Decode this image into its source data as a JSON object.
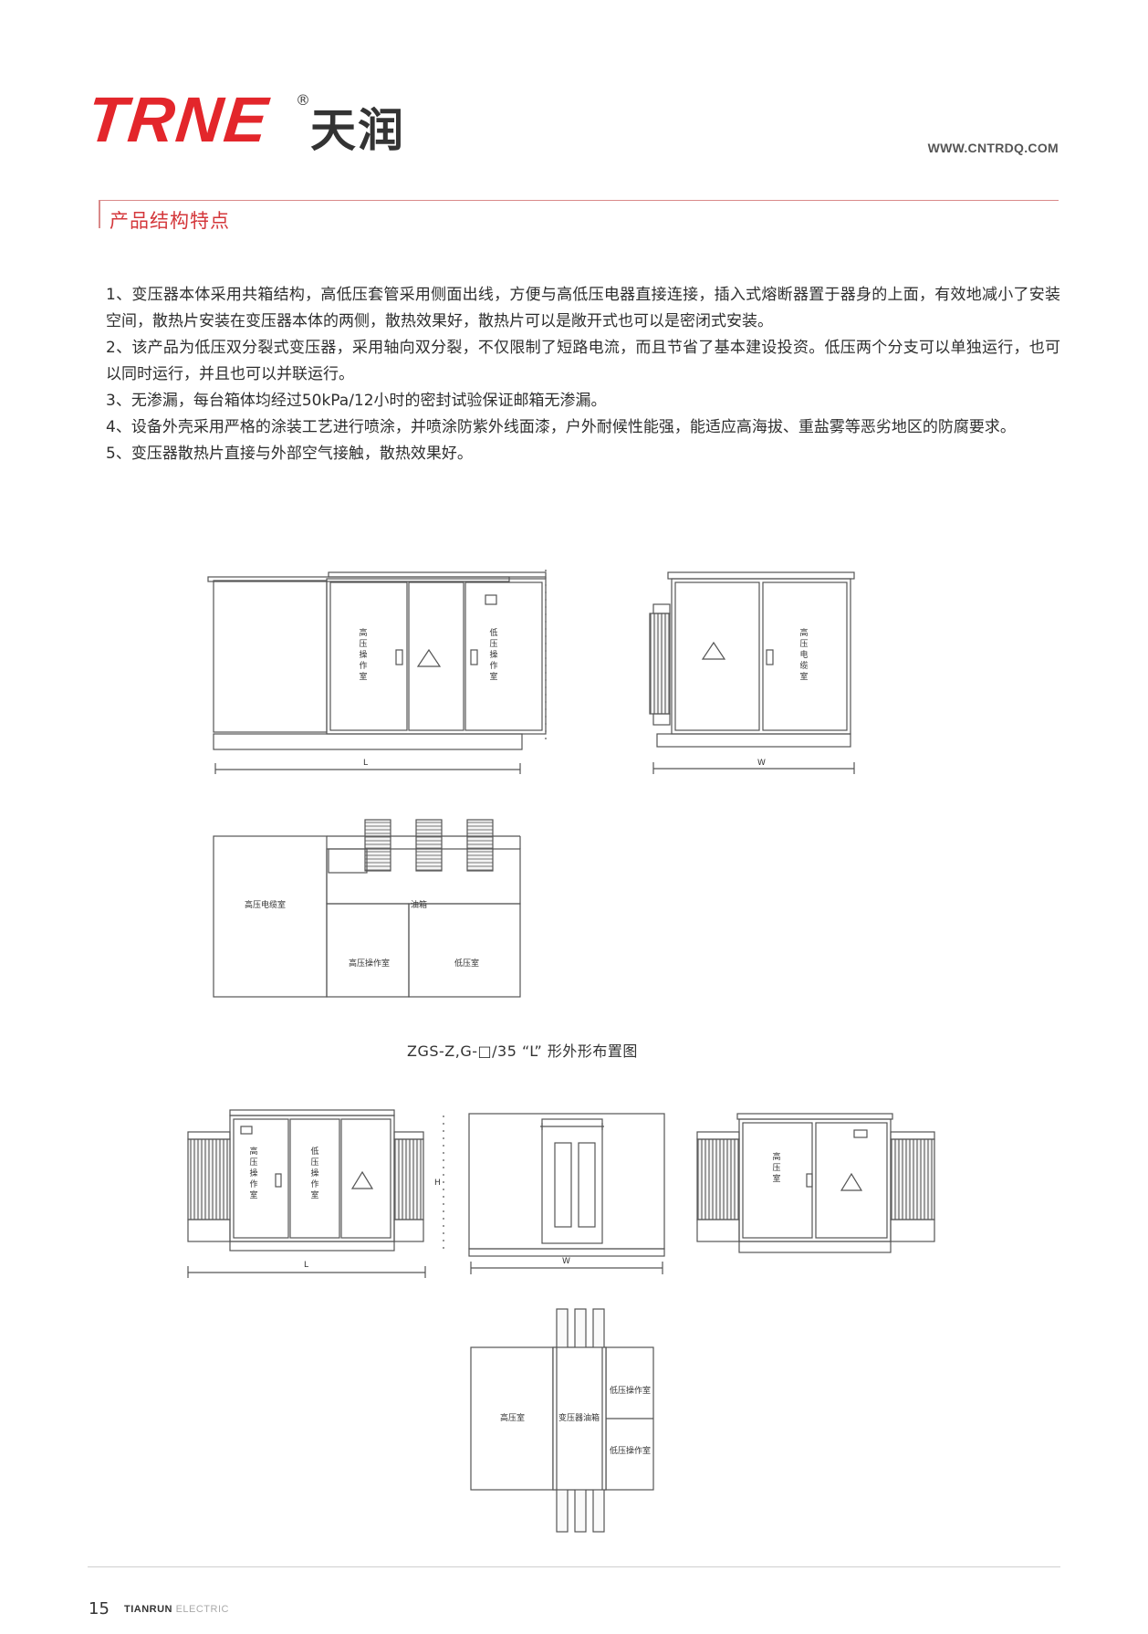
{
  "header": {
    "logo_latin": "TRNE",
    "logo_registered": "®",
    "logo_cn": "天润",
    "website": "WWW.CNTRDQ.COM"
  },
  "section": {
    "title": "产品结构特点"
  },
  "features": [
    "1、变压器本体采用共箱结构，高低压套管采用侧面出线，方便与高低压电器直接连接，插入式熔断器置于器身的上面，有效地减小了安装空间，散热片安装在变压器本体的两侧，散热效果好，散热片可以是敞开式也可以是密闭式安装。",
    "2、该产品为低压双分裂式变压器，采用轴向双分裂，不仅限制了短路电流，而且节省了基本建设投资。低压两个分支可以单独运行，也可以同时运行，并且也可以并联运行。",
    "3、无渗漏，每台箱体均经过50kPa/12小时的密封试验保证邮箱无渗漏。",
    "4、设备外壳采用严格的涂装工艺进行喷涂，并喷涂防紫外线面漆，户外耐候性能强，能适应高海拔、重盐雾等恶劣地区的防腐要求。",
    "5、变压器散热片直接与外部空气接触，散热效果好。"
  ],
  "drawings": {
    "top_front": {
      "door1": "高压操作室",
      "door3": "低压操作室",
      "dim": "L"
    },
    "top_side": {
      "door2": "高压电缆室",
      "dim": "W"
    },
    "plan1": {
      "left_room": "高压电缆室",
      "tank": "油箱",
      "hv_op": "高压操作室",
      "lv_room": "低压室"
    },
    "caption": "ZGS-Z,G-□/35 “L” 形外形布置图",
    "bottom_front": {
      "door1": "高压操作室",
      "door2": "低压操作室",
      "dim": "L",
      "dim_h": "H"
    },
    "bottom_mid": {
      "dim": "W"
    },
    "bottom_side": {
      "door": "高压室"
    },
    "plan2": {
      "left_room": "高压室",
      "mid": "变压器油箱",
      "right_top": "低压操作室",
      "right_bottom": "低压操作室"
    }
  },
  "footer": {
    "page_number": "15",
    "brand_a": "TIANRUN",
    "brand_b": "ELECTRIC"
  },
  "colors": {
    "brand_red": "#e3262b",
    "rule": "#d98a8a"
  }
}
